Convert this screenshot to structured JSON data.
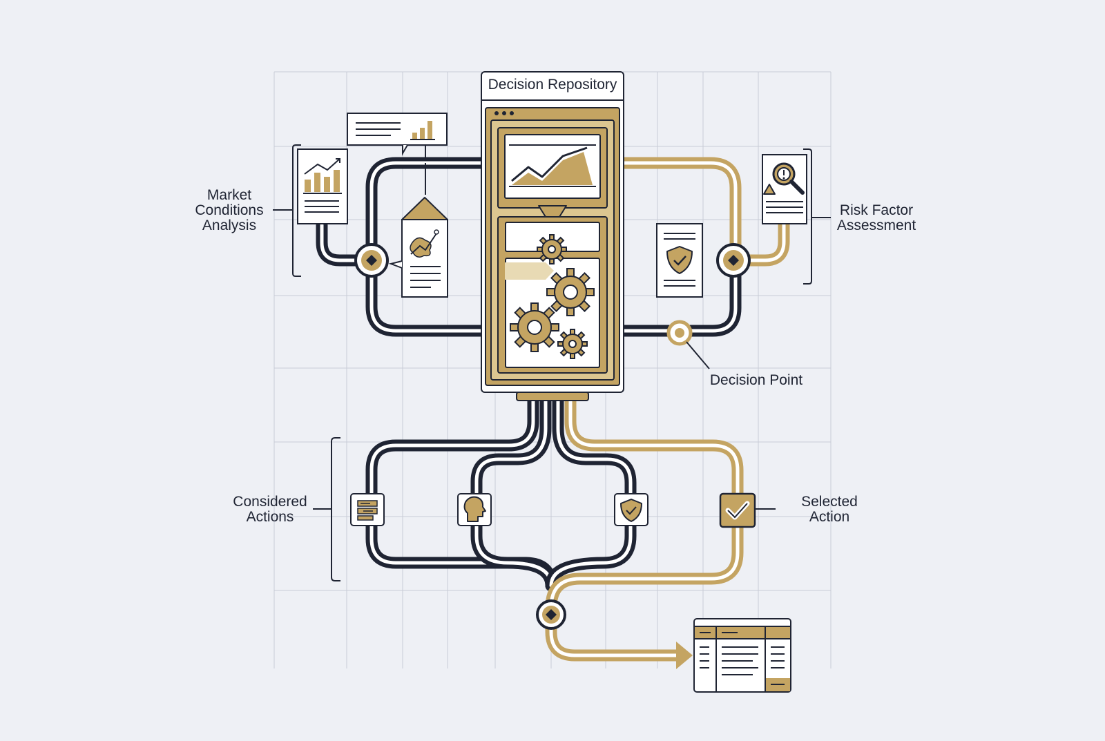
{
  "repository": {
    "title": "Decision Repository"
  },
  "labels": {
    "market": [
      "Market",
      "Conditions",
      "Analysis"
    ],
    "risk": [
      "Risk Factor",
      "Assessment"
    ],
    "decision_point": "Decision Point",
    "considered": [
      "Considered",
      "Actions"
    ],
    "selected": [
      "Selected",
      "Action"
    ]
  },
  "colors": {
    "navy": "#1f2433",
    "gold": "#c4a462",
    "background": "#eef0f5",
    "grid": "#c8ccd6"
  },
  "icons": [
    "line-chart-icon",
    "bar-chart-icon",
    "gear-icon",
    "shield-check-icon",
    "magnifier-warning-icon",
    "document-icon",
    "head-profile-icon",
    "checkbox-icon",
    "table-icon",
    "arrow-icon"
  ]
}
